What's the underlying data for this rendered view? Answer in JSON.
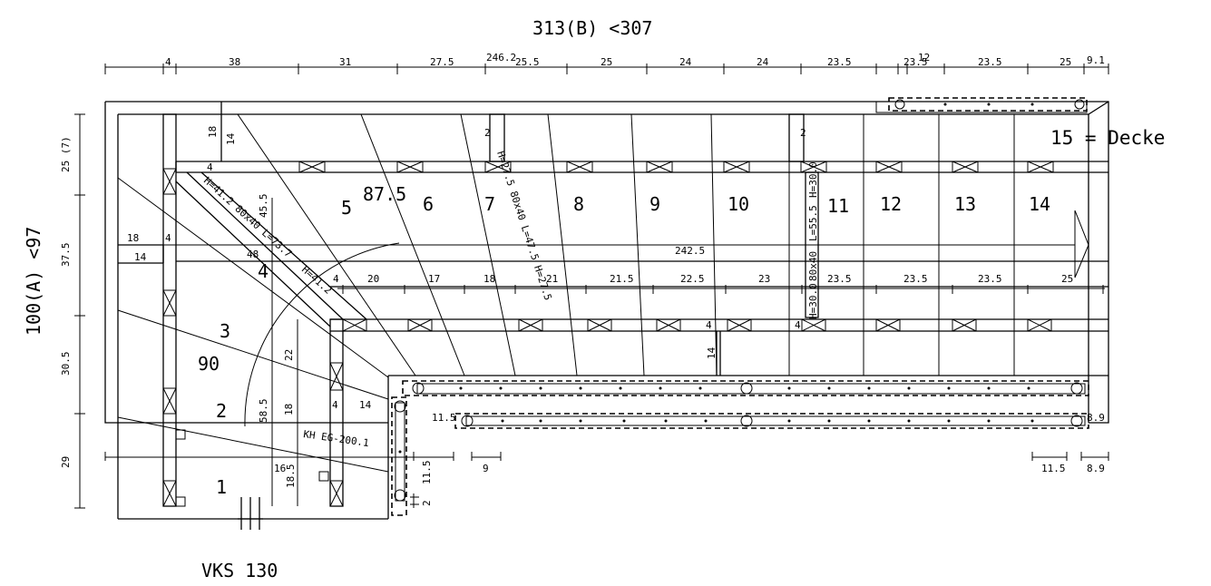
{
  "title": "313(B) <307",
  "left_label": "100(A) <97",
  "bottom_label": "VKS 130",
  "decke_label": "15 = Decke",
  "step_numbers": [
    "1",
    "2",
    "3",
    "4",
    "5",
    "6",
    "7",
    "8",
    "9",
    "10",
    "11",
    "12",
    "13",
    "14"
  ],
  "angle_90": "90",
  "angle_875": "87.5",
  "top_dims": [
    "4",
    "38",
    "31",
    "27.5",
    "246.2",
    "25.5",
    "25",
    "24",
    "24",
    "23.5",
    "23.5",
    "12",
    "23.5",
    "25",
    "9.1"
  ],
  "mid_dims": [
    "4",
    "20",
    "17",
    "18",
    "21",
    "21.5",
    "22.5",
    "23",
    "23.5",
    "23.5",
    "23.5",
    "25"
  ],
  "len_2425": "242.5",
  "left_dims": [
    "25 (7)",
    "37.5",
    "30.5",
    "29"
  ],
  "small_dims": {
    "d18a": "18",
    "d14a": "14",
    "d4a": "4",
    "d18b": "18",
    "d14b": "14",
    "d4b": "4",
    "d48": "48",
    "d455": "45.5",
    "d22": "22",
    "d585": "58.5",
    "d18c": "18",
    "d4c": "4",
    "d14c": "14",
    "d115a": "11.5",
    "d9": "9",
    "d115b": "11.5",
    "d89a": "8.9",
    "d89b": "8.9",
    "d115c": "11.5",
    "d16": "16",
    "d185": "18.5",
    "d2a": "2",
    "d2b": "2",
    "d2c": "2",
    "d14d": "14",
    "d4d": "4",
    "d4e": "4"
  },
  "beam_labels": {
    "diag1": "H=41.2  80x40  L=73.7",
    "diag2": "H=41.2",
    "vert1": "H=27.5  80x40  L=47.5  H=27.5",
    "post1": "H=30.0",
    "post2": "L=55.5",
    "post3": "80x40",
    "post4": "H=30.0",
    "kh": "KH EG-200.1"
  }
}
